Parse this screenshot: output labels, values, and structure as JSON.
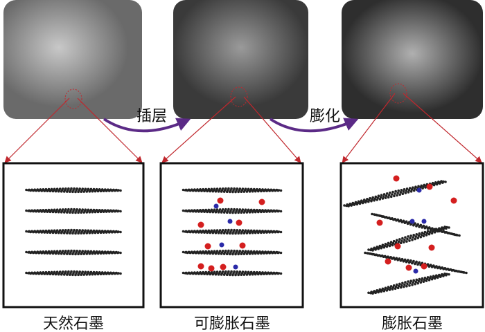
{
  "panels": [
    {
      "label": "天然石墨"
    },
    {
      "label": "可膨胀石墨"
    },
    {
      "label": "膨胀石墨"
    }
  ],
  "steps": [
    {
      "label": "插层"
    },
    {
      "label": "膨化"
    }
  ],
  "colors": {
    "arrow": "#5b2a86",
    "zoom_line": "#c0272d",
    "carbon": "#222222",
    "oxygen": "#d41f1f",
    "nitrogen": "#2a2aa8"
  }
}
